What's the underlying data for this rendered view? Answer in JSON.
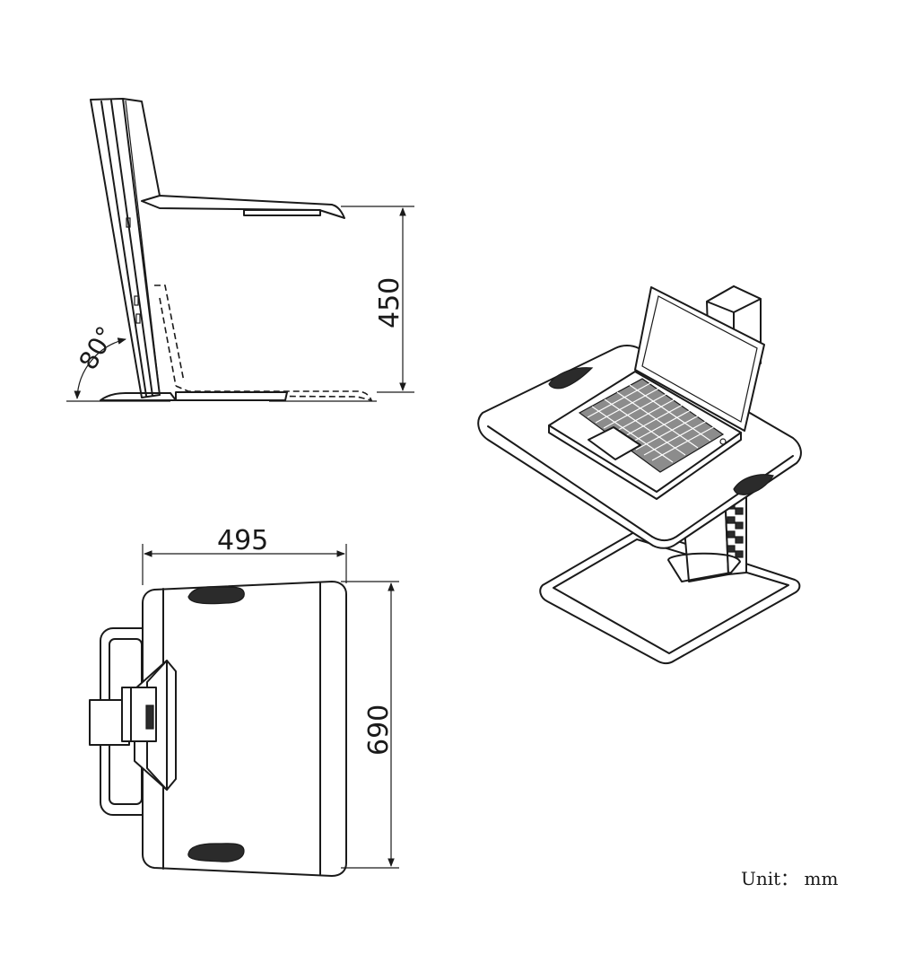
{
  "side_view": {
    "angle_label": "80°",
    "height_label": "450"
  },
  "top_view": {
    "width_label": "495",
    "depth_label": "690"
  },
  "perspective_view": {
    "keyboard_keys": "keyboard-key"
  },
  "unit_note": "Unit： mm"
}
